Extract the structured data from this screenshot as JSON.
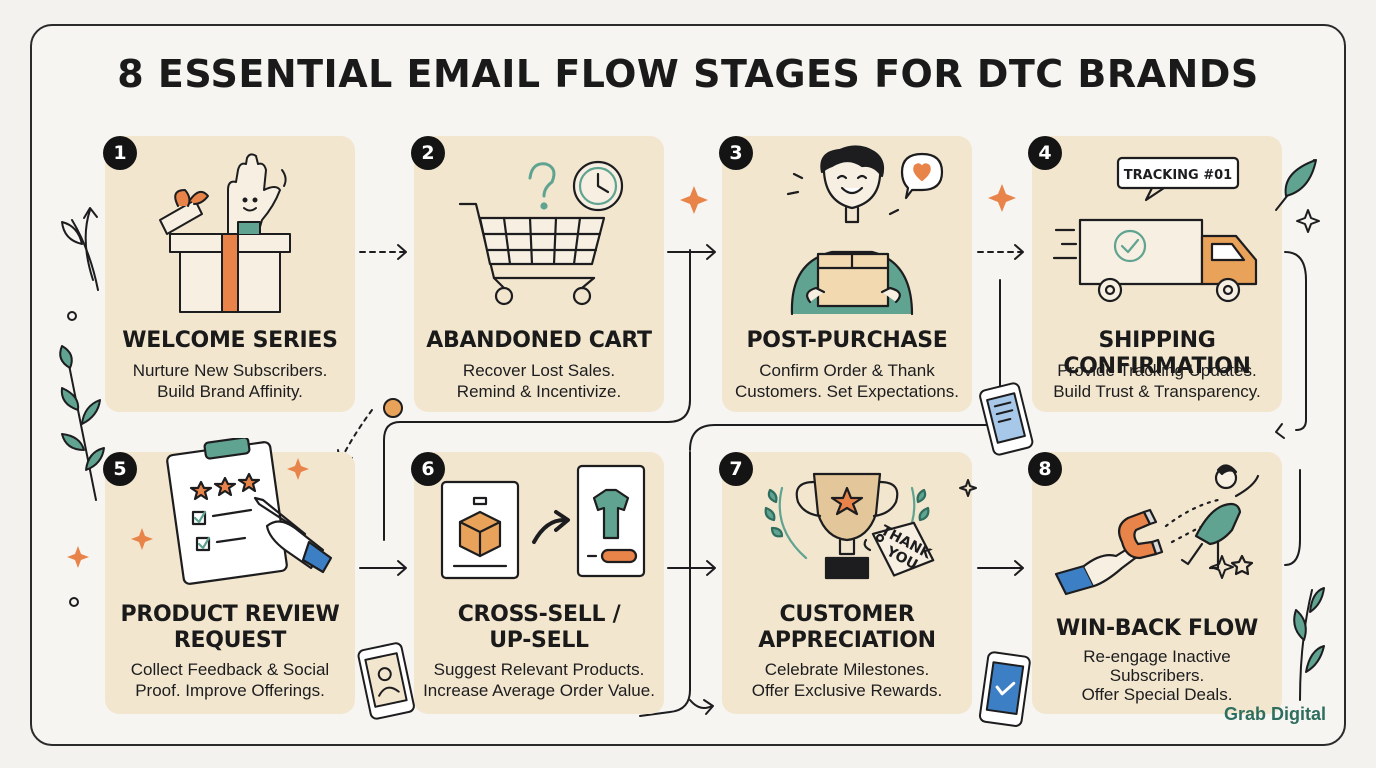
{
  "title": "8 ESSENTIAL EMAIL FLOW STAGES FOR DTC BRANDS",
  "brand": "Grab Digital",
  "colors": {
    "card_bg": "#f2e6cf",
    "accent_orange": "#e8844a",
    "accent_green": "#5fa390",
    "badge_black": "#141414"
  },
  "stages": [
    {
      "number": "1",
      "title": "WELCOME SERIES",
      "desc_line1": "Nurture New Subscribers.",
      "desc_line2": "Build Brand Affinity.",
      "icon": "gift-box-waving-hand-icon"
    },
    {
      "number": "2",
      "title": "ABANDONED CART",
      "desc_line1": "Recover Lost Sales.",
      "desc_line2": "Remind & Incentivize.",
      "icon": "shopping-cart-clock-icon"
    },
    {
      "number": "3",
      "title": "POST-PURCHASE",
      "desc_line1": "Confirm Order & Thank",
      "desc_line2": "Customers. Set Expectations.",
      "icon": "person-holding-package-icon"
    },
    {
      "number": "4",
      "title": "SHIPPING CONFIRMATION",
      "desc_line1": "Provide Tracking Updates.",
      "desc_line2": "Build Trust & Transparency.",
      "icon": "delivery-truck-icon",
      "tracking_label": "TRACKING #01"
    },
    {
      "number": "5",
      "title_line1": "PRODUCT REVIEW",
      "title_line2": "REQUEST",
      "desc_line1": "Collect Feedback & Social",
      "desc_line2": "Proof. Improve Offerings.",
      "icon": "review-clipboard-icon"
    },
    {
      "number": "6",
      "title_line1": "CROSS-SELL /",
      "title_line2": "UP-SELL",
      "desc_line1": "Suggest Relevant Products.",
      "desc_line2": "Increase Average Order Value.",
      "icon": "product-cards-icon"
    },
    {
      "number": "7",
      "title_line1": "CUSTOMER",
      "title_line2": "APPRECIATION",
      "desc_line1": "Celebrate Milestones.",
      "desc_line2": "Offer Exclusive Rewards.",
      "icon": "trophy-icon",
      "tag_line1": "THANK",
      "tag_line2": "YOU"
    },
    {
      "number": "8",
      "title": "WIN-BACK FLOW",
      "desc_line1": "Re-engage Inactive",
      "desc_line2": "Subscribers.",
      "desc_line3": "Offer Special Deals.",
      "icon": "magnet-person-icon"
    }
  ]
}
